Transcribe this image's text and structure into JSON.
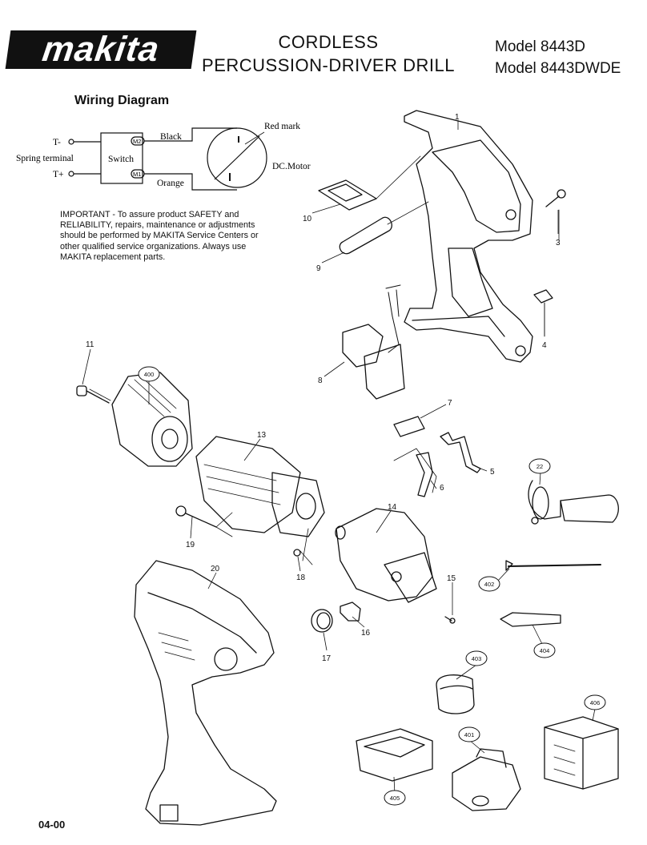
{
  "header": {
    "brand": "makita",
    "title_line1": "CORDLESS",
    "title_line2": "PERCUSSION-DRIVER DRILL",
    "model_line1": "Model 8443D",
    "model_line2": "Model 8443DWDE"
  },
  "wiring": {
    "title": "Wiring Diagram",
    "t_minus": "T-",
    "t_plus": "T+",
    "spring_terminal": "Spring terminal",
    "switch": "Switch",
    "m2": "M2",
    "m1": "M1",
    "black": "Black",
    "orange": "Orange",
    "red_mark": "Red mark",
    "dc_motor": "DC.Motor"
  },
  "notice": {
    "text": "IMPORTANT - To assure product SAFETY and RELIABILITY, repairs, maintenance or adjustments should be performed by MAKITA Service Centers or other qualified service organizations. Always use MAKITA replacement parts."
  },
  "parts": {
    "p1": "1",
    "p3": "3",
    "p4": "4",
    "p5": "5",
    "p6": "6",
    "p7": "7",
    "p8": "8",
    "p9": "9",
    "p10": "10",
    "p11": "11",
    "p13": "13",
    "p14": "14",
    "p15": "15",
    "p16": "16",
    "p17": "17",
    "p18": "18",
    "p19": "19",
    "p20": "20",
    "p22": "22",
    "p400": "400",
    "p401": "401",
    "p402": "402",
    "p403": "403",
    "p404": "404",
    "p405": "405",
    "p406": "406"
  },
  "footer": {
    "code": "04-00"
  }
}
